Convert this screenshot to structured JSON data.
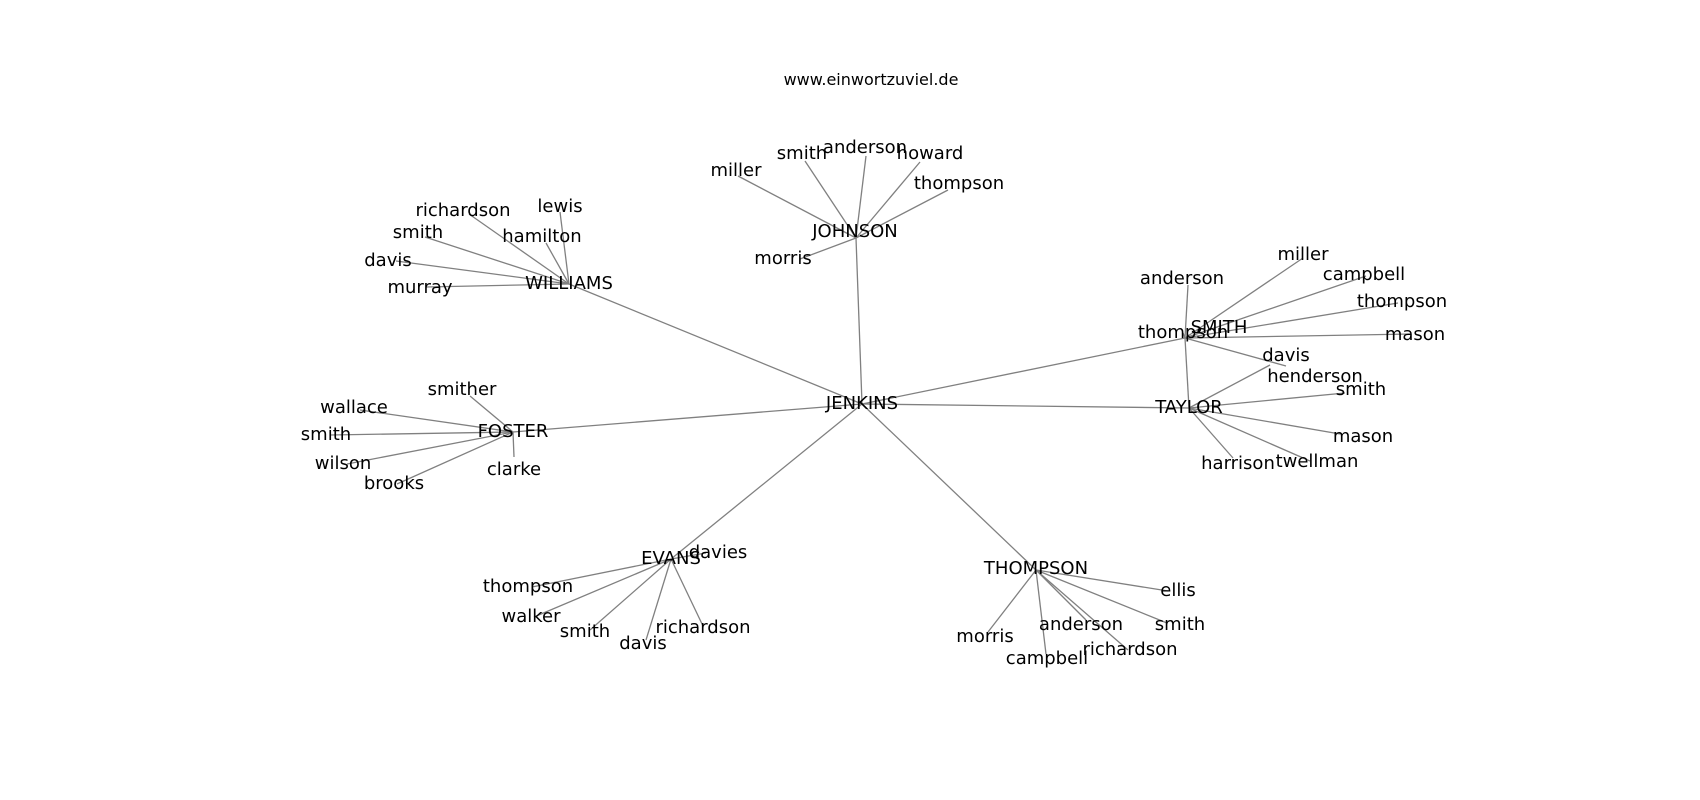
{
  "site_title": "www.einwortzuviel.de",
  "colors": {
    "edge": "#808080",
    "text": "#000000",
    "background": "#ffffff"
  },
  "graph": {
    "nodes": [
      {
        "id": "jenkins",
        "label": "JENKINS"
      },
      {
        "id": "johnson",
        "label": "JOHNSON"
      },
      {
        "id": "williams",
        "label": "WILLIAMS"
      },
      {
        "id": "smith_hub",
        "label": "SMITH"
      },
      {
        "id": "taylor",
        "label": "TAYLOR"
      },
      {
        "id": "foster",
        "label": "FOSTER"
      },
      {
        "id": "evans",
        "label": "EVANS"
      },
      {
        "id": "thompson_hub",
        "label": "THOMPSON"
      },
      {
        "id": "jo_miller",
        "label": "miller"
      },
      {
        "id": "jo_smith",
        "label": "smith"
      },
      {
        "id": "jo_anderson",
        "label": "anderson"
      },
      {
        "id": "jo_howard",
        "label": "howard"
      },
      {
        "id": "jo_thompson",
        "label": "thompson"
      },
      {
        "id": "jo_morris",
        "label": "morris"
      },
      {
        "id": "wi_richardson",
        "label": "richardson"
      },
      {
        "id": "wi_lewis",
        "label": "lewis"
      },
      {
        "id": "wi_smith",
        "label": "smith"
      },
      {
        "id": "wi_hamilton",
        "label": "hamilton"
      },
      {
        "id": "wi_davis",
        "label": "davis"
      },
      {
        "id": "wi_murray",
        "label": "murray"
      },
      {
        "id": "sm_miller",
        "label": "miller"
      },
      {
        "id": "sm_anderson",
        "label": "anderson"
      },
      {
        "id": "sm_campbell",
        "label": "campbell"
      },
      {
        "id": "sm_thompson_r",
        "label": "thompson"
      },
      {
        "id": "sm_thompson_l",
        "label": "thompson"
      },
      {
        "id": "sm_mason",
        "label": "mason"
      },
      {
        "id": "sm_davis",
        "label": "davis"
      },
      {
        "id": "ta_henderson",
        "label": "henderson"
      },
      {
        "id": "ta_smith",
        "label": "smith"
      },
      {
        "id": "ta_mason",
        "label": "mason"
      },
      {
        "id": "ta_harrison",
        "label": "harrison"
      },
      {
        "id": "ta_twellman",
        "label": "twellman"
      },
      {
        "id": "fo_smither",
        "label": "smither"
      },
      {
        "id": "fo_wallace",
        "label": "wallace"
      },
      {
        "id": "fo_smith",
        "label": "smith"
      },
      {
        "id": "fo_wilson",
        "label": "wilson"
      },
      {
        "id": "fo_brooks",
        "label": "brooks"
      },
      {
        "id": "fo_clarke",
        "label": "clarke"
      },
      {
        "id": "ev_davies",
        "label": "davies"
      },
      {
        "id": "ev_thompson",
        "label": "thompson"
      },
      {
        "id": "ev_walker",
        "label": "walker"
      },
      {
        "id": "ev_smith",
        "label": "smith"
      },
      {
        "id": "ev_davis",
        "label": "davis"
      },
      {
        "id": "ev_richardson",
        "label": "richardson"
      },
      {
        "id": "th_ellis",
        "label": "ellis"
      },
      {
        "id": "th_anderson",
        "label": "anderson"
      },
      {
        "id": "th_smith",
        "label": "smith"
      },
      {
        "id": "th_morris",
        "label": "morris"
      },
      {
        "id": "th_campbell",
        "label": "campbell"
      },
      {
        "id": "th_richardson",
        "label": "richardson"
      }
    ],
    "edges": [
      [
        "jenkins",
        "johnson"
      ],
      [
        "jenkins",
        "williams"
      ],
      [
        "jenkins",
        "smith_hub"
      ],
      [
        "jenkins",
        "taylor"
      ],
      [
        "jenkins",
        "foster"
      ],
      [
        "jenkins",
        "evans"
      ],
      [
        "jenkins",
        "thompson_hub"
      ],
      [
        "smith_hub",
        "taylor"
      ],
      [
        "johnson",
        "jo_miller"
      ],
      [
        "johnson",
        "jo_smith"
      ],
      [
        "johnson",
        "jo_anderson"
      ],
      [
        "johnson",
        "jo_howard"
      ],
      [
        "johnson",
        "jo_thompson"
      ],
      [
        "johnson",
        "jo_morris"
      ],
      [
        "williams",
        "wi_richardson"
      ],
      [
        "williams",
        "wi_lewis"
      ],
      [
        "williams",
        "wi_smith"
      ],
      [
        "williams",
        "wi_hamilton"
      ],
      [
        "williams",
        "wi_davis"
      ],
      [
        "williams",
        "wi_murray"
      ],
      [
        "smith_hub",
        "sm_miller"
      ],
      [
        "smith_hub",
        "sm_anderson"
      ],
      [
        "smith_hub",
        "sm_campbell"
      ],
      [
        "smith_hub",
        "sm_thompson_r"
      ],
      [
        "smith_hub",
        "sm_thompson_l"
      ],
      [
        "smith_hub",
        "sm_mason"
      ],
      [
        "smith_hub",
        "sm_davis"
      ],
      [
        "taylor",
        "ta_henderson"
      ],
      [
        "taylor",
        "ta_smith"
      ],
      [
        "taylor",
        "ta_mason"
      ],
      [
        "taylor",
        "ta_harrison"
      ],
      [
        "taylor",
        "ta_twellman"
      ],
      [
        "foster",
        "fo_smither"
      ],
      [
        "foster",
        "fo_wallace"
      ],
      [
        "foster",
        "fo_smith"
      ],
      [
        "foster",
        "fo_wilson"
      ],
      [
        "foster",
        "fo_brooks"
      ],
      [
        "foster",
        "fo_clarke"
      ],
      [
        "evans",
        "ev_davies"
      ],
      [
        "evans",
        "ev_thompson"
      ],
      [
        "evans",
        "ev_walker"
      ],
      [
        "evans",
        "ev_smith"
      ],
      [
        "evans",
        "ev_davis"
      ],
      [
        "evans",
        "ev_richardson"
      ],
      [
        "thompson_hub",
        "th_ellis"
      ],
      [
        "thompson_hub",
        "th_anderson"
      ],
      [
        "thompson_hub",
        "th_smith"
      ],
      [
        "thompson_hub",
        "th_morris"
      ],
      [
        "thompson_hub",
        "th_campbell"
      ],
      [
        "thompson_hub",
        "th_richardson"
      ]
    ]
  }
}
